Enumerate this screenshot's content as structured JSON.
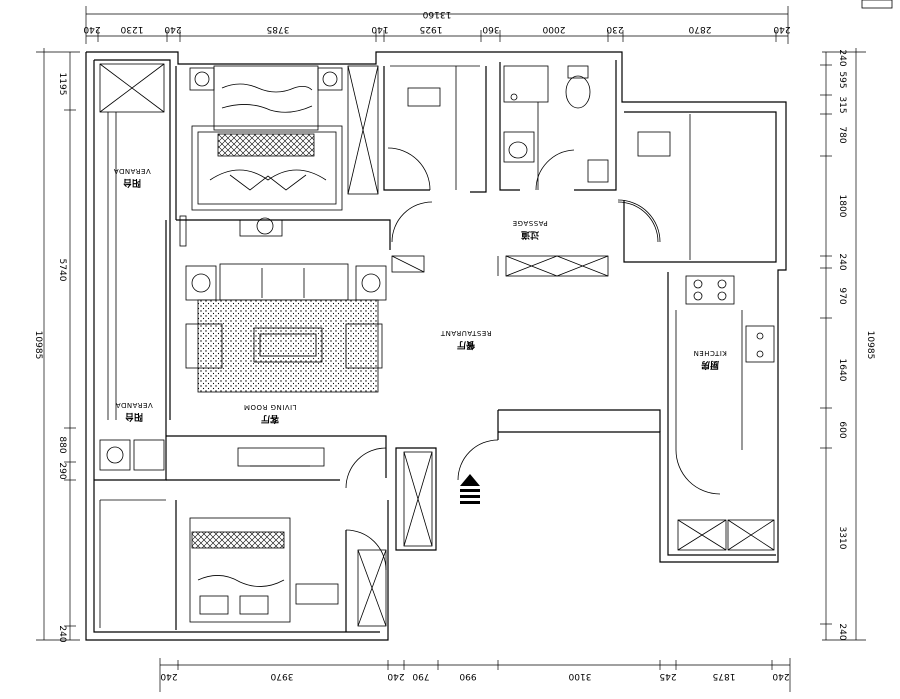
{
  "title_total": "13160",
  "top_dims": [
    "240",
    "1230",
    "240",
    "3785",
    "140",
    "1925",
    "360",
    "2000",
    "230",
    "2870",
    "240"
  ],
  "bottom_dims": [
    "240",
    "3970",
    "240",
    "790",
    "990",
    "3100",
    "245",
    "1875",
    "240"
  ],
  "left_dims": [
    "1195",
    "5740",
    "10985",
    "880",
    "290",
    "240"
  ],
  "right_dims": [
    "240",
    "595",
    "315",
    "780",
    "1800",
    "240",
    "970",
    "1640",
    "600",
    "3310",
    "10985",
    "240"
  ],
  "rooms": {
    "veranda_top": {
      "cn": "阳台",
      "en": "VERANDA"
    },
    "veranda_bottom": {
      "cn": "阳台",
      "en": "VERANDA"
    },
    "passage": {
      "cn": "过道",
      "en": "PASSAGE"
    },
    "restaurant": {
      "cn": "餐厅",
      "en": "RESTAURANT"
    },
    "living_room": {
      "cn": "客厅",
      "en": "LIVING ROOM"
    },
    "kitchen": {
      "cn": "厨房",
      "en": "KITCHEN"
    }
  }
}
